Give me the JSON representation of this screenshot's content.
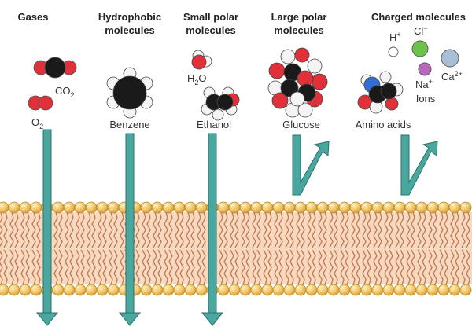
{
  "headers": {
    "gases": "Gases",
    "hydrophobic_1": "Hydrophobic",
    "hydrophobic_2": "molecules",
    "small_polar_1": "Small polar",
    "small_polar_2": "molecules",
    "large_polar_1": "Large polar",
    "large_polar_2": "molecules",
    "charged": "Charged molecules"
  },
  "labels": {
    "co2": "CO",
    "co2_sub": "2",
    "o2": "O",
    "o2_sub": "2",
    "benzene": "Benzene",
    "water": "H",
    "water_sub": "2",
    "water_end": "O",
    "ethanol": "Ethanol",
    "glucose": "Glucose",
    "amino_acids": "Amino acids",
    "h_ion": "H",
    "h_ion_sup": "+",
    "cl_ion": "Cl",
    "cl_ion_sup": "−",
    "na_ion": "Na",
    "na_ion_sup": "+",
    "ca_ion": "Ca",
    "ca_ion_sup": "2+",
    "ions": "Ions"
  },
  "colors": {
    "arrow": "#4aa79f",
    "arrow_edge": "#2d6f68",
    "head": "#f2c66a",
    "head_edge": "#b88a2a",
    "tail": "#f0b58a",
    "tail_edge": "#c0764e",
    "oxygen": "#e0303a",
    "carbon": "#1a1a1a",
    "hydrogen": "#f4f4f4",
    "nitrogen": "#2f6fd6",
    "chloride": "#6cc24a",
    "sodium": "#b46ab8",
    "calcium": "#a9bfd8"
  }
}
